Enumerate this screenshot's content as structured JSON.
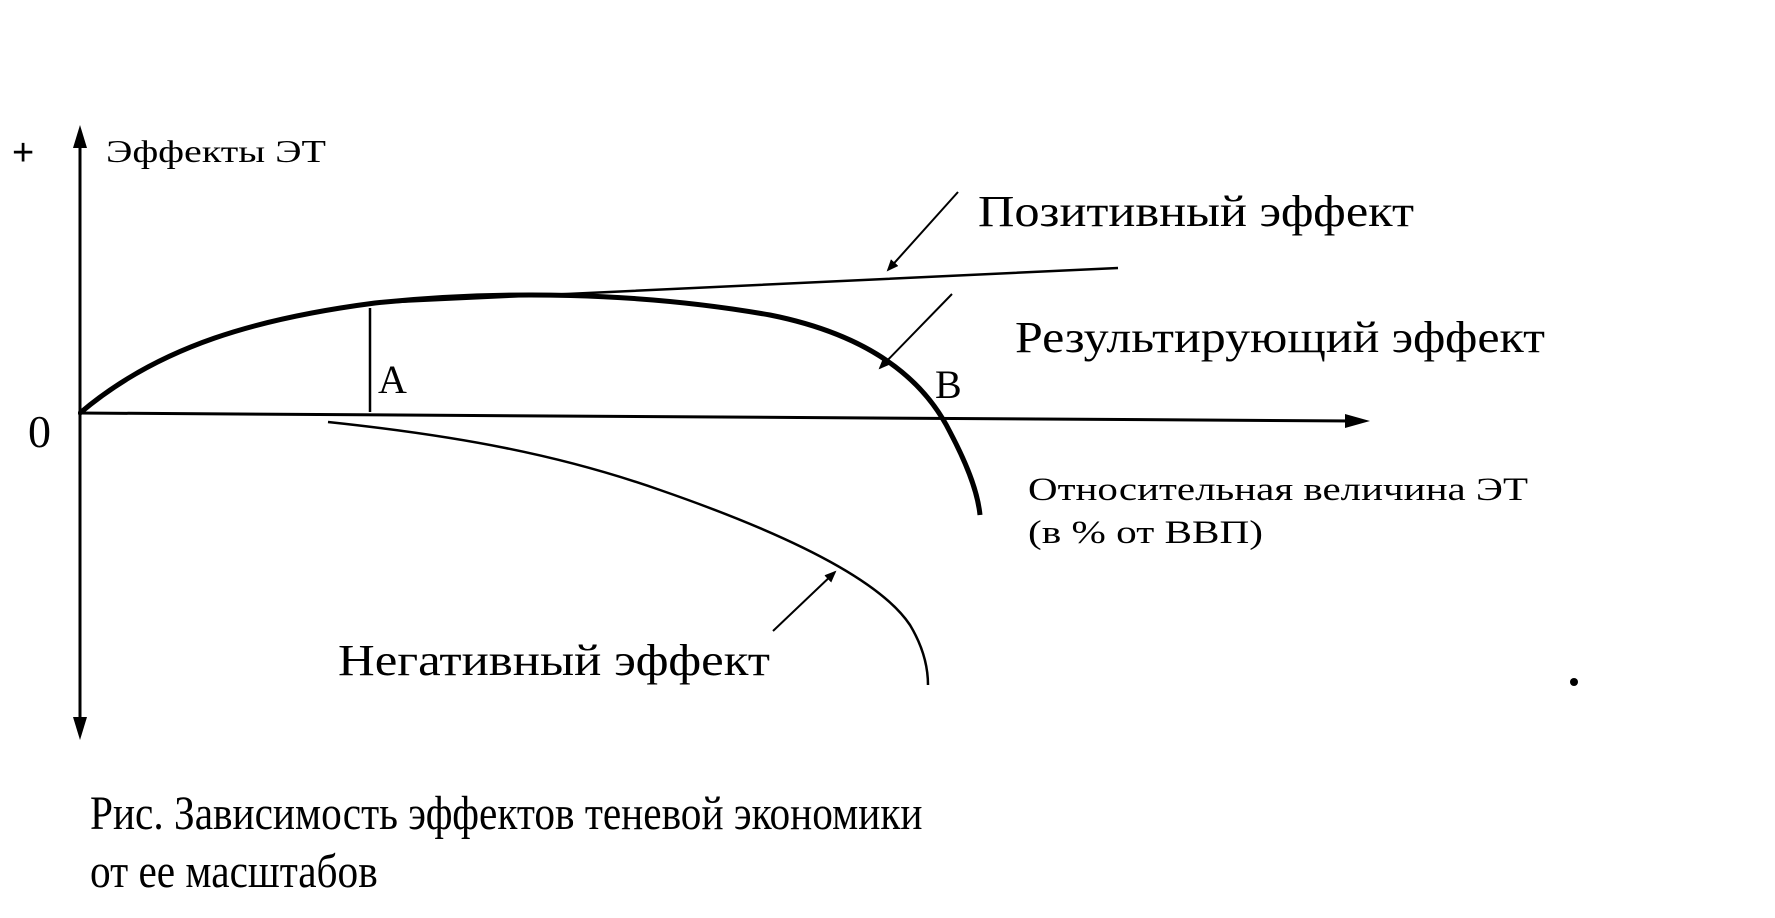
{
  "figure": {
    "plus_sign": "+",
    "origin_label": "0",
    "y_axis_label": "Эффекты ЭТ",
    "x_axis_label_line1": "Относительная величина ЭТ",
    "x_axis_label_line2": "(в % от ВВП)",
    "positive_effect_label": "Позитивный эффект",
    "resulting_effect_label": "Результирующий эффект",
    "negative_effect_label": "Негативный эффект",
    "point_a": "A",
    "point_b": "B"
  },
  "caption": {
    "line1": "Рис. Зависимость эффектов теневой экономики",
    "line2": "от ее масштабов"
  },
  "colors": {
    "ink": "#000000",
    "background": "#ffffff"
  }
}
